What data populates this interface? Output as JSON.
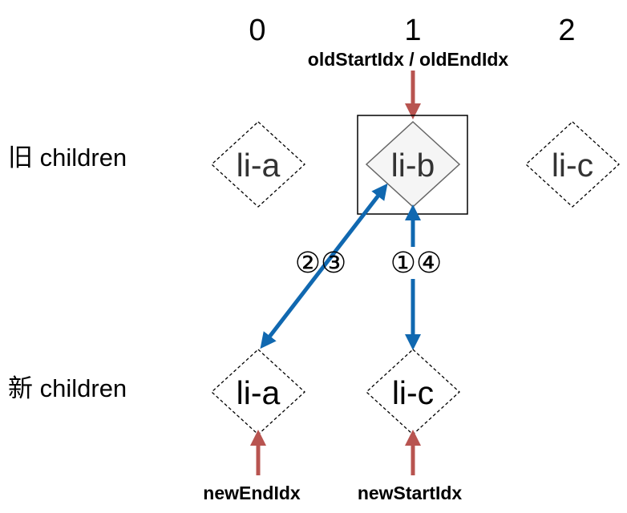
{
  "indices": [
    "0",
    "1",
    "2"
  ],
  "rows": {
    "old_label": "旧 children",
    "new_label": "新 children"
  },
  "old_children": [
    "li-a",
    "li-b",
    "li-c"
  ],
  "new_children": [
    "li-a",
    "li-c"
  ],
  "pointers": {
    "old_start_end": "oldStartIdx / oldEndIdx",
    "new_end": "newEndIdx",
    "new_start": "newStartIdx"
  },
  "steps": {
    "diagonal": "②③",
    "vertical": "①④"
  },
  "colors": {
    "pointer_arrow": "#b85450",
    "compare_arrow": "#1068b0",
    "active_node_fill": "#f5f5f5"
  }
}
